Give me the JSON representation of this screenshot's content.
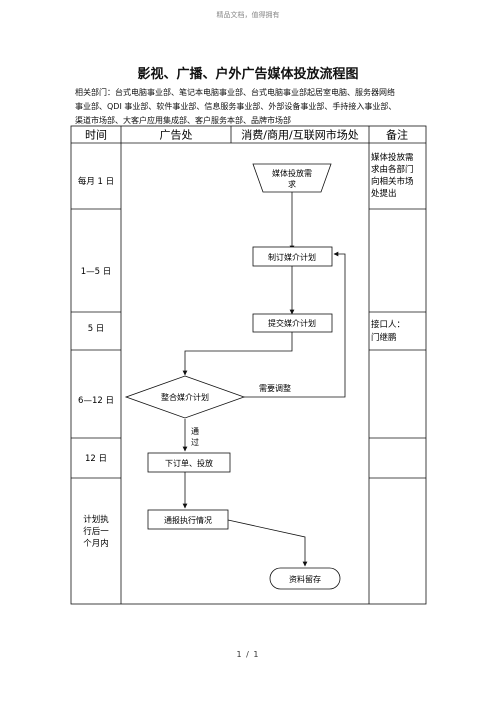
{
  "header": "精品文档，值得拥有",
  "title": "影视、广播、户外广告媒体投放流程图",
  "departments": [
    "相关部门：台式电脑事业部、笔记本电脑事业部、台式电脑事业部起居室电脑、服务器网络",
    "事业部、QDI 事业部、软件事业部、信息服务事业部、外部设备事业部、手持接入事业部、",
    "渠道市场部、大客户应用集成部、客户服务本部、品牌市场部"
  ],
  "columns": {
    "time": "时间",
    "ad": "广告处",
    "market": "消费/商用/互联网市场处",
    "note": "备注"
  },
  "times": {
    "t1": "每月 1 日",
    "t2": "1—5 日",
    "t3": "5 日",
    "t4": "6—12 日",
    "t5": "12 日",
    "t6_l1": "计划执",
    "t6_l2": "行后一",
    "t6_l3": "个月内"
  },
  "notes": {
    "n1_l1": "媒体投放需",
    "n1_l2": "求由各部门",
    "n1_l3": "向相关市场",
    "n1_l4": "处提出",
    "n3_l1": "接口人：",
    "n3_l2": "门继鹏"
  },
  "flow": {
    "demand_l1": "媒体投放需",
    "demand_l2": "求",
    "plan": "制订媒介计划",
    "submit": "提交媒介计划",
    "integrate": "整合媒介计划",
    "adjust": "需要调整",
    "pass_l1": "通",
    "pass_l2": "过",
    "order": "下订单、投放",
    "report": "通报执行情况",
    "archive": "资料留存"
  },
  "footer": "1 / 1"
}
